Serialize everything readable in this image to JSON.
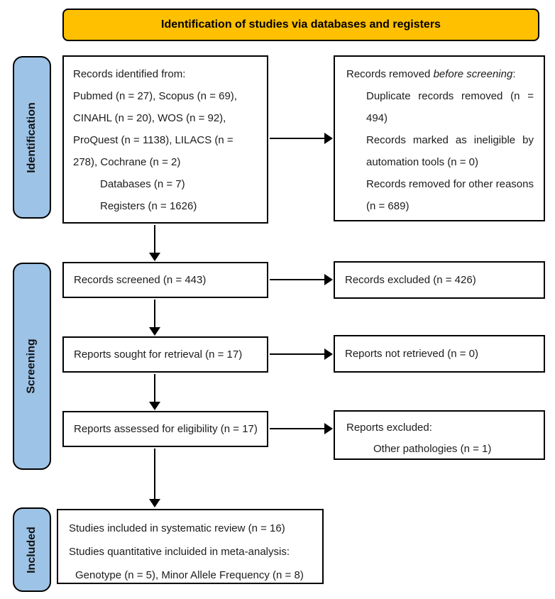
{
  "header": {
    "title": "Identification of studies via databases and registers"
  },
  "colors": {
    "header_bg": "#FFC000",
    "stage_bg": "#9DC3E6",
    "border": "#000000",
    "background": "#FFFFFF"
  },
  "stages": {
    "identification": "Identification",
    "screening": "Screening",
    "included": "Included"
  },
  "boxes": {
    "identified": {
      "lines": [
        "Records identified from:",
        "Pubmed (n = 27), Scopus (n = 69),",
        "CINAHL (n = 20), WOS (n = 92),",
        "ProQuest (n = 1138), LILACS (n =",
        "278), Cochrane (n = 2)"
      ],
      "indented_lines": [
        "Databases (n = 7)",
        "Registers (n = 1626)"
      ]
    },
    "removed": {
      "title_prefix": "Records removed ",
      "title_italic": "before screening",
      "title_suffix": ":",
      "items": [
        "Duplicate records removed (n = 494)",
        "Records marked as ineligible by automation tools (n = 0)",
        "Records removed for other reasons (n = 689)"
      ]
    },
    "screened": {
      "label": "Records screened (n = 443)"
    },
    "records_excluded": {
      "label": "Records excluded (n = 426)"
    },
    "sought": {
      "label": "Reports sought for retrieval (n = 17)"
    },
    "not_retrieved": {
      "label": "Reports not retrieved (n = 0)"
    },
    "assessed": {
      "label": "Reports assessed for eligibility (n = 17)"
    },
    "reports_excluded": {
      "title": "Reports excluded:",
      "items": [
        "Other pathologies (n = 1)"
      ]
    },
    "included": {
      "lines": [
        "Studies included in systematic review (n = 16)",
        "Studies quantitative incluided in meta-analysis:",
        "Genotype (n = 5), Minor Allele Frequency (n = 8)"
      ]
    }
  }
}
